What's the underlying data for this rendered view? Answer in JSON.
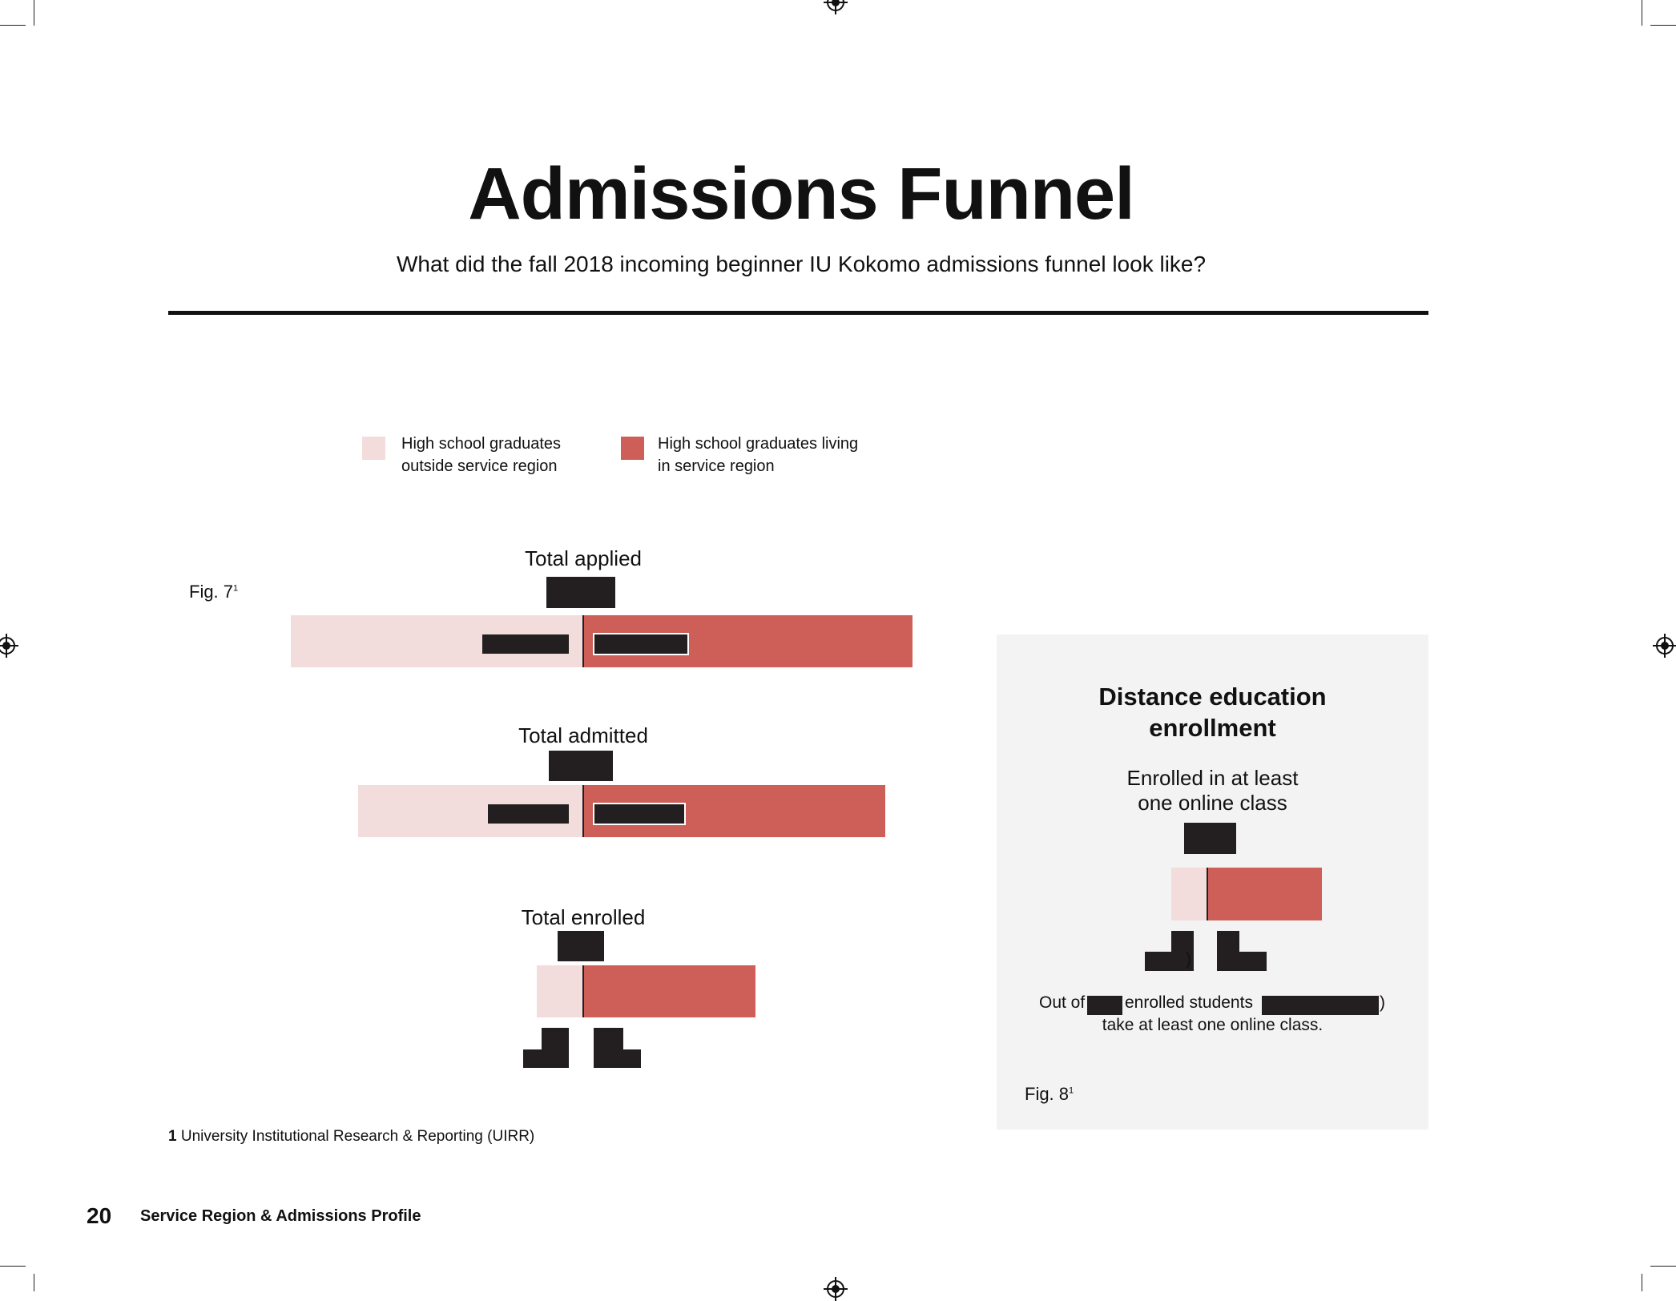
{
  "header": {
    "title": "Admissions Funnel",
    "subtitle": "What did the fall 2018 incoming beginner IU Kokomo admissions funnel look like?"
  },
  "colors": {
    "outside_region": "#f2dcdc",
    "in_region": "#cd5f58",
    "redaction": "#231f20",
    "panel_bg": "#f3f3f3"
  },
  "legend": {
    "outside": "High school graduates outside service region",
    "outside_line1": "High school graduates",
    "outside_line2": "outside service region",
    "inside": "High school graduates living in service region",
    "inside_line1": "High school graduates living",
    "inside_line2": "in service region"
  },
  "fig7": {
    "label": "Fig. 7",
    "footnote_ref": "1",
    "stages": [
      {
        "label": "Total applied"
      },
      {
        "label": "Total admitted"
      },
      {
        "label": "Total enrolled"
      }
    ]
  },
  "fig8": {
    "title_line1": "Distance education",
    "title_line2": "enrollment",
    "subtitle_line1": "Enrolled in at least",
    "subtitle_line2": "one online class",
    "paren_close": ")",
    "note_out_of": "Out of",
    "note_enrolled": "enrolled students",
    "note_close": ")",
    "note_line2": "take at least one online class.",
    "label": "Fig. 8",
    "footnote_ref": "1"
  },
  "footnote": {
    "number": "1",
    "text": "University Institutional Research & Reporting (UIRR)"
  },
  "footer": {
    "page_number": "20",
    "section": "Service Region & Admissions Profile"
  }
}
